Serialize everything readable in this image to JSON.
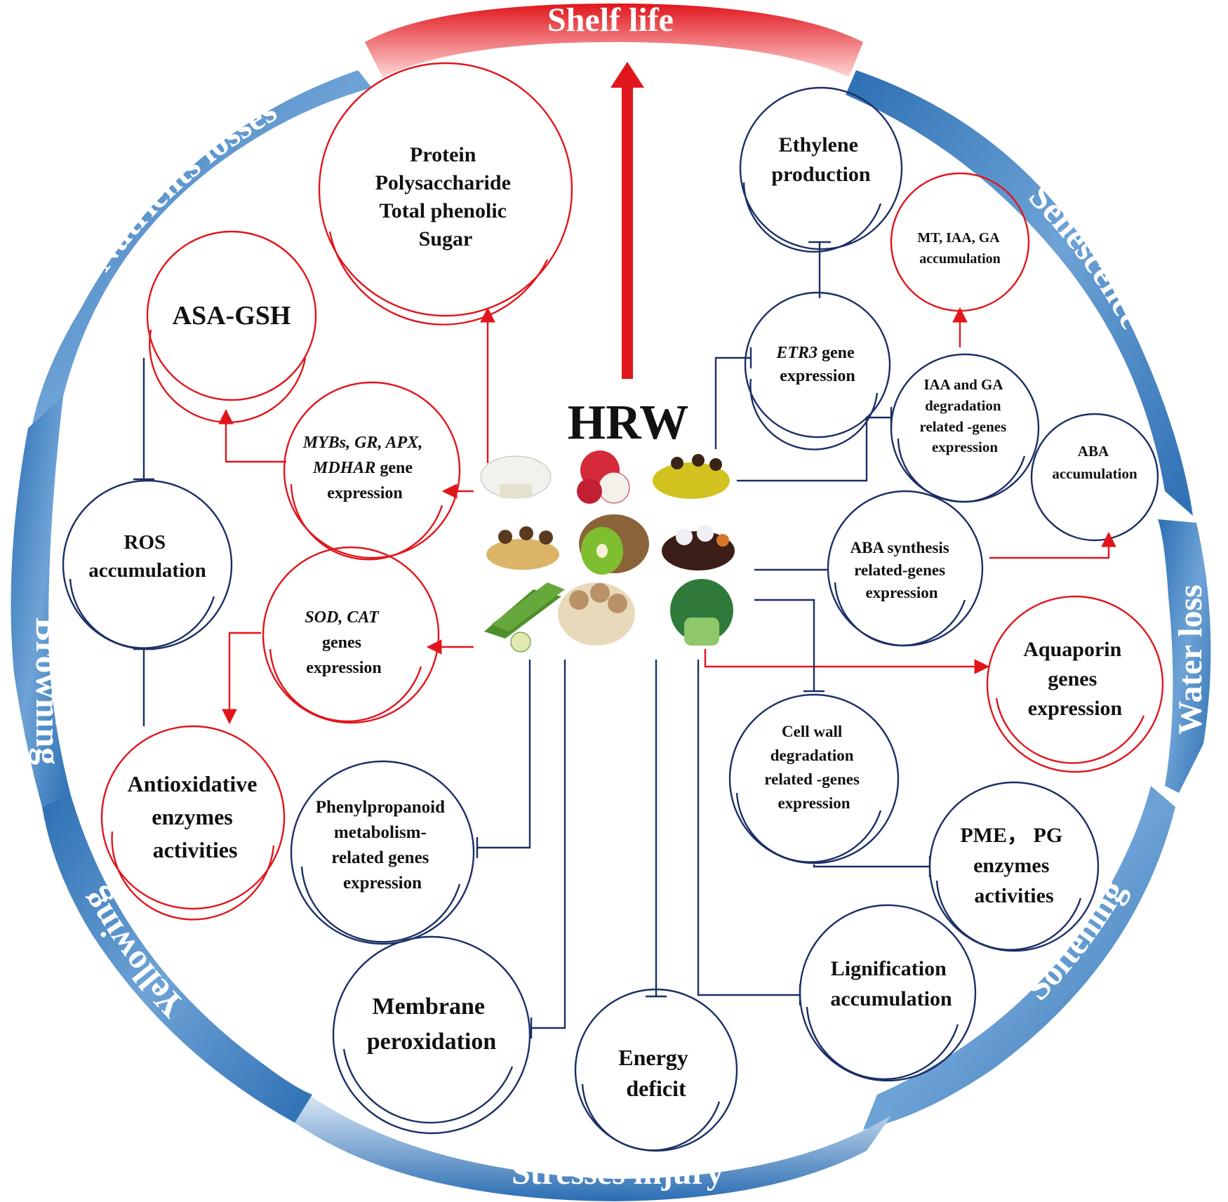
{
  "center_label": "HRW",
  "ring": {
    "top": "Shelf life",
    "nutrients": "Nutrients losses",
    "senescence": "Senescence",
    "water": "Water loss",
    "softening": "Softening",
    "stresses": "Stresses injury",
    "yellowing": "Yellowing",
    "browning": "Browning"
  },
  "nodes": {
    "nutrients": [
      "Protein",
      "Polysaccharide",
      "Total phenolic",
      "Sugar"
    ],
    "ethylene": [
      "Ethylene",
      "production"
    ],
    "asa": [
      "ASA-GSH"
    ],
    "mt_iaa": [
      "MT, IAA, GA",
      "accumulation"
    ],
    "etr3_italic": "ETR3",
    "etr3_rest": " gene",
    "etr3_line2": "expression",
    "iaa_ga": [
      "IAA and GA",
      "degradation",
      "related -genes",
      "expression"
    ],
    "myb_line1": "MYBs, GR, APX,",
    "myb_line2_italic": "MDHAR",
    "myb_line2_rest": " gene",
    "myb_line3": "expression",
    "aba_acc": [
      "ABA",
      "accumulation"
    ],
    "ros": [
      "ROS",
      "accumulation"
    ],
    "aba_syn": [
      "ABA synthesis",
      "related-genes",
      "expression"
    ],
    "sod_line1": "SOD, CAT",
    "sod_rest": [
      "genes",
      "expression"
    ],
    "aquaporin": [
      "Aquaporin",
      "genes",
      "expression"
    ],
    "cellwall": [
      "Cell wall",
      "degradation",
      "related -genes",
      "expression"
    ],
    "antiox": [
      "Antioxidative",
      "enzymes",
      "activities"
    ],
    "phenyl": [
      "Phenylpropanoid",
      "metabolism-",
      "related genes",
      "expression"
    ],
    "pme": [
      "PME， PG",
      "enzymes",
      "activities"
    ],
    "lignif": [
      "Lignification",
      "accumulation"
    ],
    "membrane": [
      "Membrane",
      "peroxidation"
    ],
    "energy": [
      "Energy",
      "deficit"
    ]
  },
  "produce_icons": [
    "white-mushroom-icon",
    "lychee-icon",
    "yellow-fruit-icon",
    "enoki-mushroom-icon",
    "kiwi-icon",
    "water-chestnut-icon",
    "okra-icon",
    "beech-mushroom-icon",
    "pak-choi-icon"
  ],
  "colors": {
    "red": "#e0161c",
    "navy": "#1b2f66",
    "ring_blue": "#3f7fbd",
    "ring_light": "#dbe8f5"
  }
}
